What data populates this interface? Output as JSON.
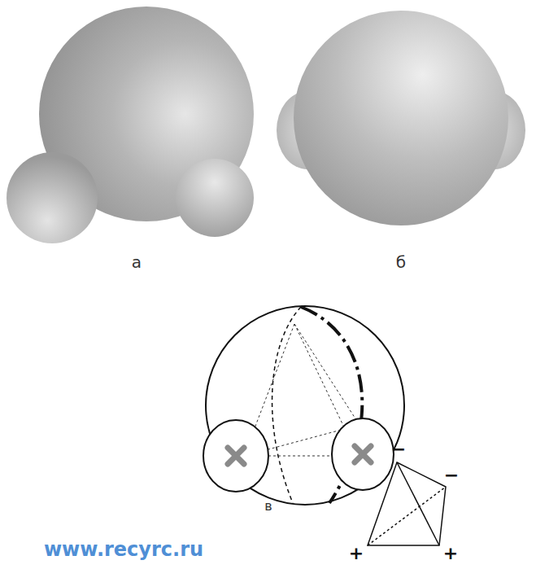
{
  "diagram": {
    "labels": [
      "а",
      "б",
      "в",
      "www.recyrc.ru",
      "−",
      "−",
      "+",
      "+"
    ]
  }
}
